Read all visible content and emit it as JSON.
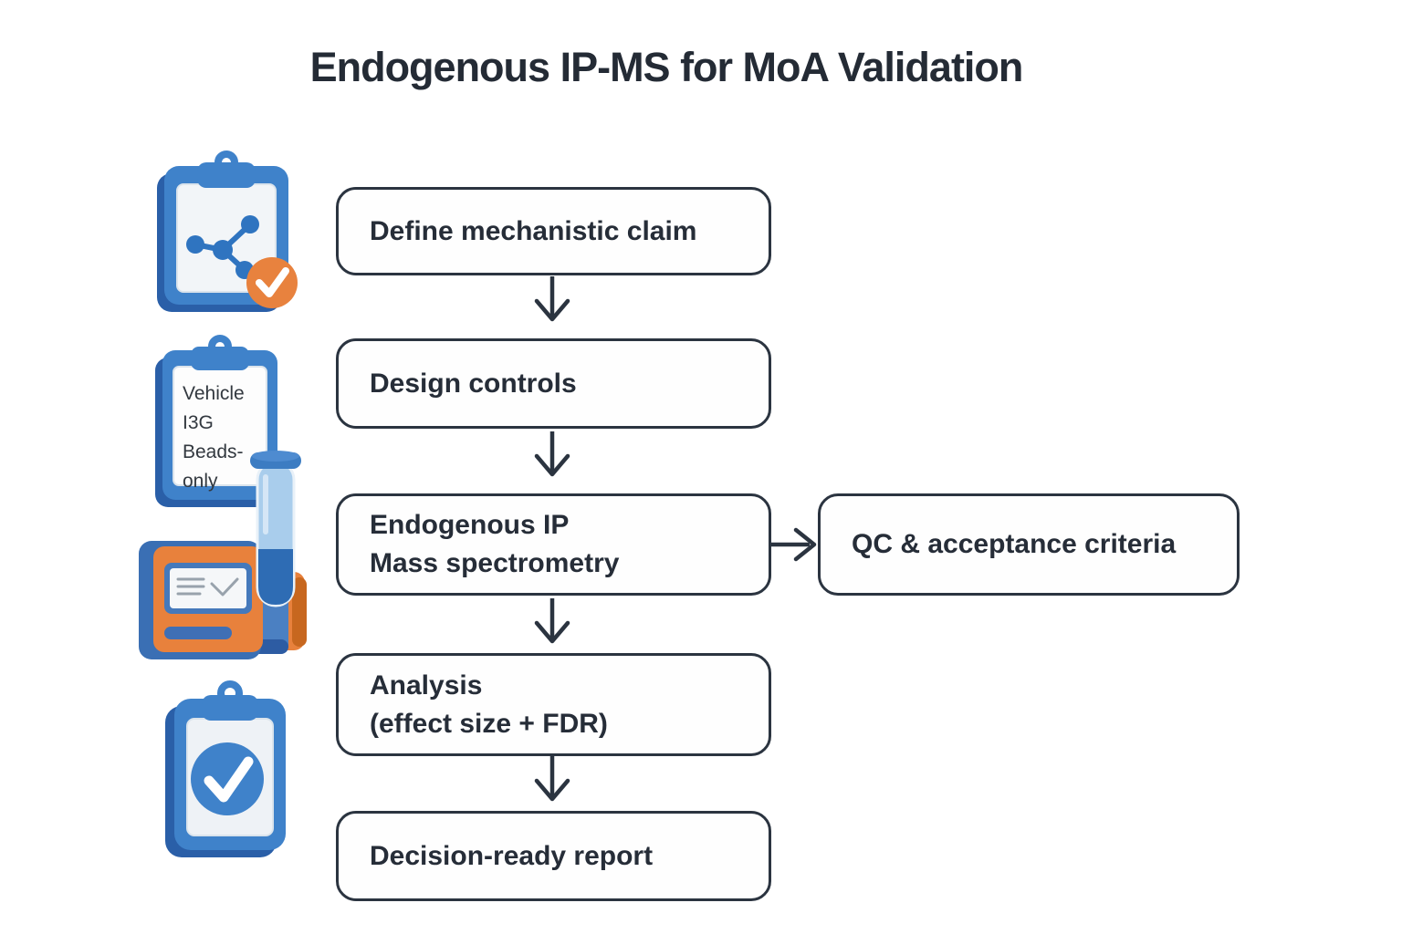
{
  "title": "Endogenous IP-MS for MoA Validation",
  "flow": {
    "steps": [
      {
        "line1": "Define mechanistic claim",
        "line2": ""
      },
      {
        "line1": "Design controls",
        "line2": ""
      },
      {
        "line1": "Endogenous IP",
        "line2": "Mass spectrometry"
      },
      {
        "line1": "Analysis",
        "line2": "(effect size + FDR)"
      },
      {
        "line1": "Decision-ready report",
        "line2": ""
      }
    ],
    "qc_box": {
      "line1": "QC & acceptance criteria"
    }
  },
  "icons": {
    "claim_clipboard": "clipboard-network-check-icon",
    "controls_clipboard": "clipboard-list-icon",
    "controls_lines": [
      "Vehicle",
      "I3G",
      "Beads-only"
    ],
    "instrument": "mass-spectrometer-icon",
    "tube": "test-tube-icon",
    "report_clipboard": "clipboard-check-icon"
  },
  "colors": {
    "ink": "#2b3440",
    "background": "#ffffff",
    "box_fill": "#fefefe",
    "blue": "#3f82ca",
    "blue_dark": "#2a5fa8",
    "blue_light": "#a9cdec",
    "orange": "#e8813c",
    "paper": "#f2f5f8"
  }
}
